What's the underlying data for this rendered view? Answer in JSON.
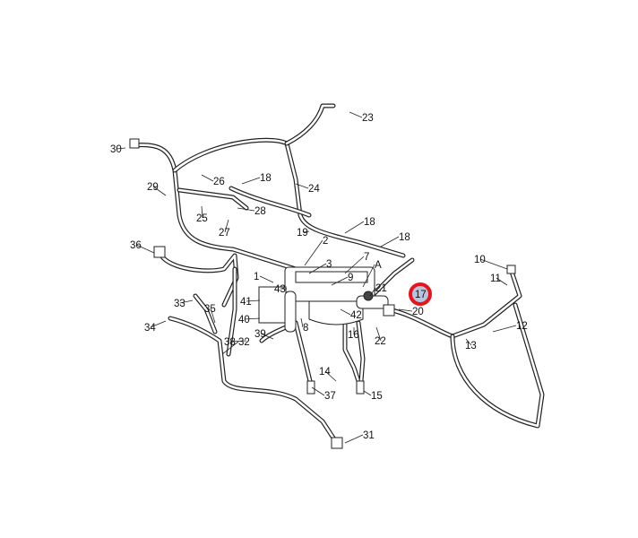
{
  "diagram": {
    "highlight_color": "#e8141c",
    "highlight_fill": "#b8c4dc",
    "highlighted_callout": "17",
    "callouts": [
      "23",
      "30",
      "26",
      "18",
      "24",
      "29",
      "25",
      "28",
      "27",
      "19",
      "18",
      "18",
      "36",
      "2",
      "10",
      "3",
      "7",
      "1",
      "A",
      "9",
      "11",
      "43",
      "21",
      "17",
      "41",
      "33",
      "35",
      "20",
      "42",
      "34",
      "40",
      "8",
      "16",
      "22",
      "12",
      "39",
      "38",
      "13",
      "32",
      "14",
      "37",
      "15",
      "31"
    ]
  }
}
